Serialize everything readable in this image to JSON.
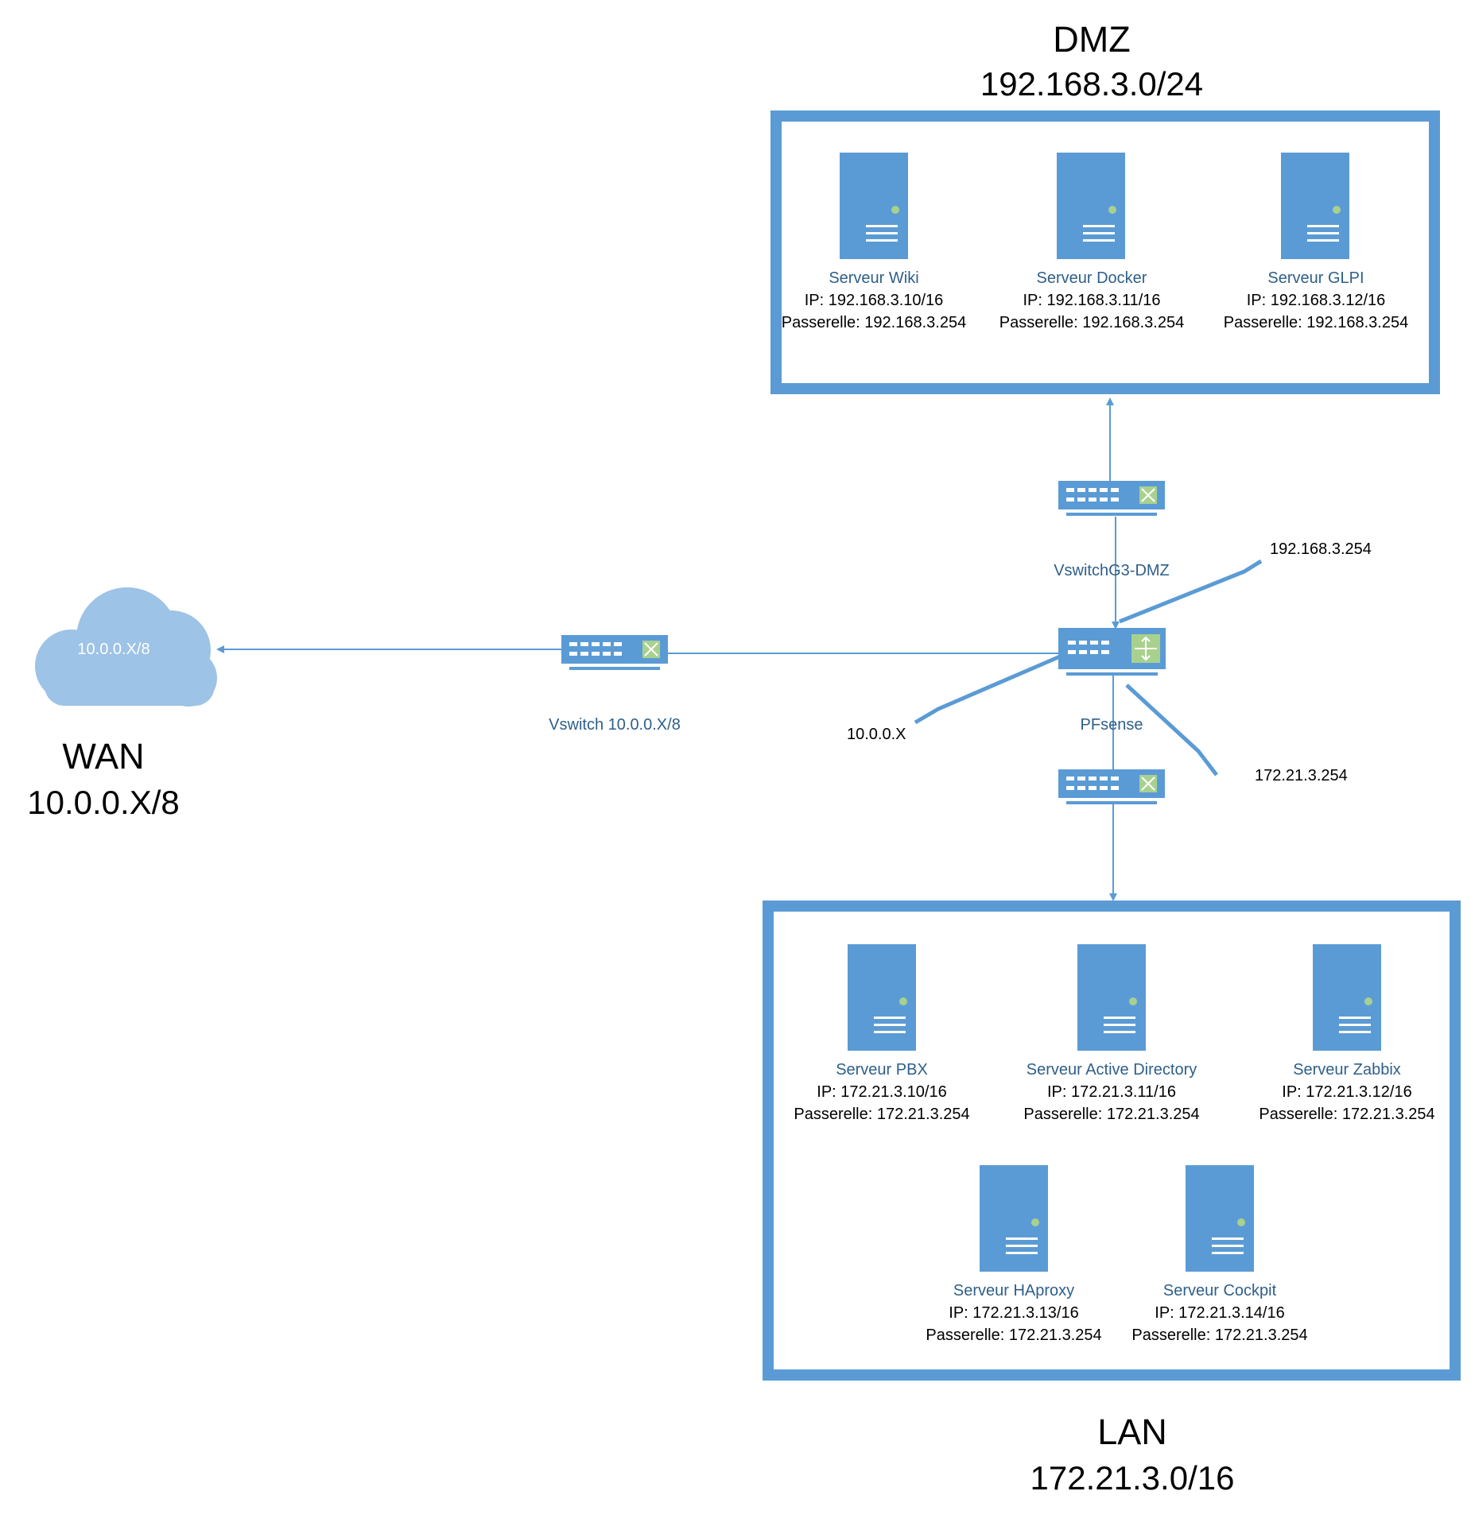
{
  "colors": {
    "device": "#5b9bd5",
    "device_dark": "#41719c",
    "zone_border": "#5b9bd5",
    "cloud": "#9dc3e6",
    "link": "#5b9bd5",
    "led": "#a9d18e",
    "label_blue": "#2e5f8a"
  },
  "dmz": {
    "title": "DMZ",
    "subnet": "192.168.3.0/24",
    "servers": [
      {
        "name": "Serveur Wiki",
        "ip": "IP: 192.168.3.10/16",
        "gateway": "Passerelle: 192.168.3.254",
        "icon": "server-icon"
      },
      {
        "name": "Serveur Docker",
        "ip": "IP: 192.168.3.11/16",
        "gateway": "Passerelle: 192.168.3.254",
        "icon": "server-icon"
      },
      {
        "name": "Serveur GLPI",
        "ip": "IP: 192.168.3.12/16",
        "gateway": "Passerelle: 192.168.3.254",
        "icon": "server-icon"
      }
    ]
  },
  "lan": {
    "title": "LAN",
    "subnet": "172.21.3.0/16",
    "servers": [
      {
        "name": "Serveur PBX",
        "ip": "IP: 172.21.3.10/16",
        "gateway": "Passerelle: 172.21.3.254",
        "icon": "server-icon"
      },
      {
        "name": "Serveur Active Directory",
        "ip": "IP: 172.21.3.11/16",
        "gateway": "Passerelle: 172.21.3.254",
        "icon": "server-icon"
      },
      {
        "name": "Serveur Zabbix",
        "ip": "IP: 172.21.3.12/16",
        "gateway": "Passerelle: 172.21.3.254",
        "icon": "server-icon"
      },
      {
        "name": "Serveur HAproxy",
        "ip": "IP: 172.21.3.13/16",
        "gateway": "Passerelle: 172.21.3.254",
        "icon": "server-icon"
      },
      {
        "name": "Serveur Cockpit",
        "ip": "IP: 172.21.3.14/16",
        "gateway": "Passerelle: 172.21.3.254",
        "icon": "server-icon"
      }
    ]
  },
  "wan": {
    "title": "WAN",
    "subnet": "10.0.0.X/8",
    "cloud_label": "10.0.0.X/8",
    "icon": "cloud-icon"
  },
  "devices": {
    "wan_switch": {
      "label": "Vswitch 10.0.0.X/8",
      "icon": "switch-icon"
    },
    "dmz_switch": {
      "label": "VswitchG3-DMZ",
      "icon": "switch-icon"
    },
    "lan_switch": {
      "label": "",
      "icon": "switch-icon"
    },
    "firewall": {
      "label": "PFsense",
      "icon": "router-icon"
    }
  },
  "interfaces": {
    "dmz": "192.168.3.254",
    "wan": "10.0.0.X",
    "lan": "172.21.3.254"
  }
}
